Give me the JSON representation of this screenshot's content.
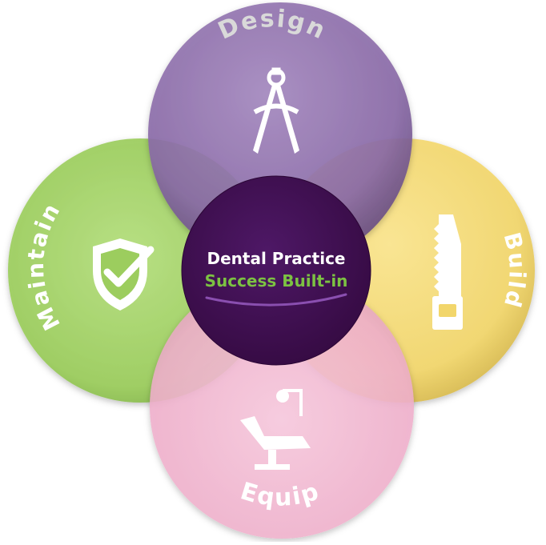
{
  "diagram": {
    "center": {
      "line1": "Dental Practice",
      "line2": "Success Built-in",
      "fill": "#3f0f52",
      "line2_color": "#7cc242",
      "underline_color": "#8a4fb0"
    },
    "petals": [
      {
        "id": "design",
        "label": "Design",
        "icon": "compass-icon",
        "color": "#8a6aa8",
        "text_color": "#d9d9d9"
      },
      {
        "id": "build",
        "label": "Build",
        "icon": "saw-icon",
        "color": "#f2d66b",
        "text_color": "#ffffff"
      },
      {
        "id": "equip",
        "label": "Equip",
        "icon": "dental-chair-icon",
        "color": "#f2b3cf",
        "text_color": "#ffffff"
      },
      {
        "id": "maintain",
        "label": "Maintain",
        "icon": "shield-check-icon",
        "color": "#9fd060",
        "text_color": "#ffffff"
      }
    ]
  }
}
